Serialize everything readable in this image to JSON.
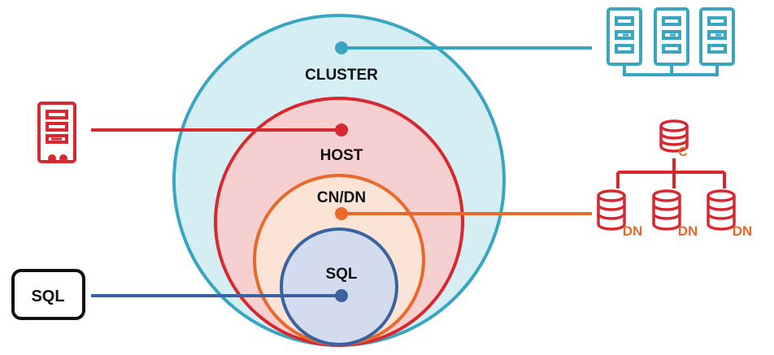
{
  "colors": {
    "cluster": "#38a6c0",
    "cluster_fill": "#d4eef4",
    "host": "#d8282f",
    "host_fill": "#f6cfd0",
    "cndn": "#e8692a",
    "cndn_fill": "#fbe3d5",
    "sql": "#3a62a0",
    "sql_fill": "#d3dcee",
    "text": "#111111"
  },
  "labels": {
    "cluster": "CLUSTER",
    "host": "HOST",
    "cndn": "CN/DN",
    "sql": "SQL"
  },
  "icons": {
    "cluster": "server-rack-cluster-icon",
    "host": "server-tower-icon",
    "cndn": "database-tree-icon",
    "sql": "sql-box-icon"
  },
  "sql_box": {
    "label": "SQL"
  },
  "db_tree": {
    "coordinator": "C",
    "data_nodes": [
      "DN",
      "DN",
      "DN"
    ]
  }
}
